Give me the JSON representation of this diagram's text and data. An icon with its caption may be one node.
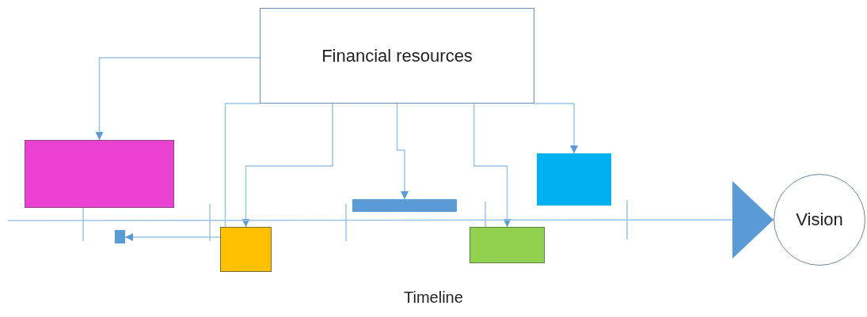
{
  "diagram": {
    "nodes": [
      {
        "text": [
          "Financial resources"
        ]
      },
      {
        "text": [],
        "shape": "box"
      },
      {
        "text": [],
        "shape": "box"
      },
      {
        "text": [],
        "shape": "bar"
      },
      {
        "text": [],
        "shape": "box"
      },
      {
        "text": [],
        "shape": "box"
      },
      {
        "text": [],
        "shape": "box"
      },
      {
        "text": [
          "Vision"
        ]
      }
    ],
    "edges": [
      {
        "from": 0,
        "to": 1,
        "arrow": "to"
      },
      {
        "from": 0,
        "to": 2,
        "arrow": "none"
      },
      {
        "from": 0,
        "to": 2,
        "arrow": "to"
      },
      {
        "from": 0,
        "to": 3,
        "arrow": "to"
      },
      {
        "from": 0,
        "to": 4,
        "arrow": "to"
      },
      {
        "from": 0,
        "to": 5,
        "arrow": "to"
      },
      {
        "from": 2,
        "to": 6,
        "arrow": "to"
      },
      {
        "from": null,
        "to": 7,
        "arrow": "to"
      }
    ],
    "labels": [
      "Timeline"
    ]
  }
}
